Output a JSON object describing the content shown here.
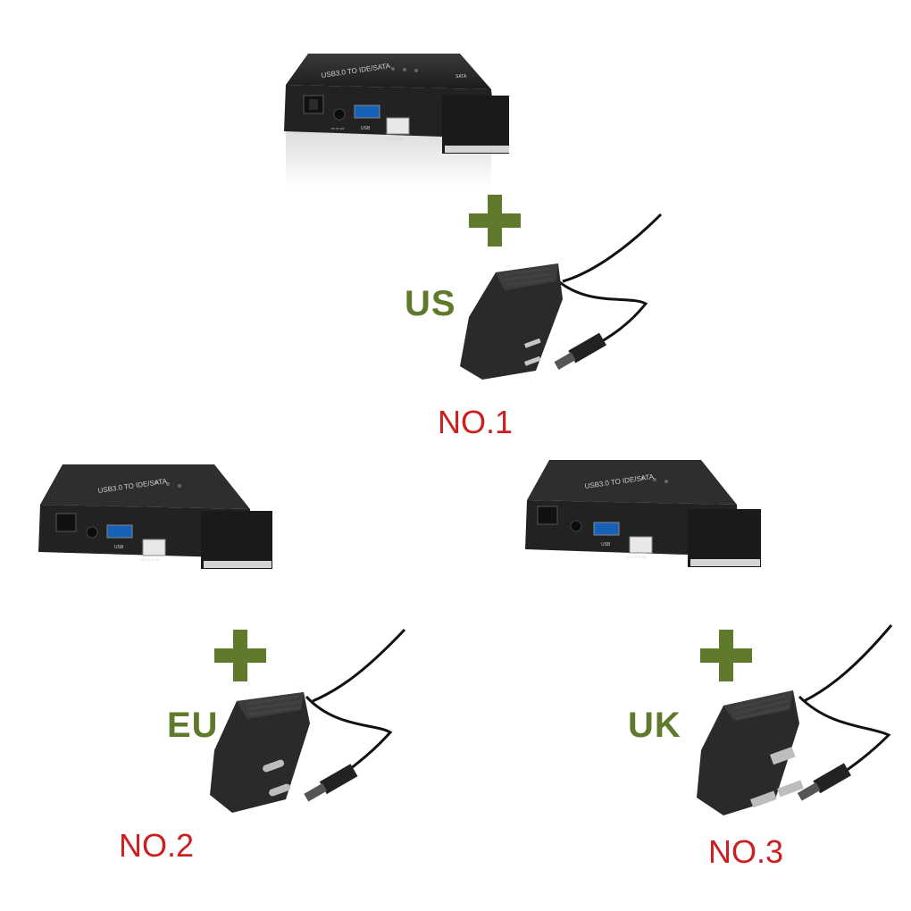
{
  "colors": {
    "plus": "#5f7a2a",
    "region_label": "#5f7a2a",
    "number_label": "#cc1f1f",
    "device_body": "#2a2a2a"
  },
  "device": {
    "top_label": "USB3.0 TO IDE/SATA",
    "usb_label": "USB",
    "power_label": "12V G G 5V",
    "dc_label": "DC-IN 12V",
    "sata_label": "SATA"
  },
  "options": [
    {
      "region": "US",
      "number": "NO.1",
      "plug_type": "us-plug"
    },
    {
      "region": "EU",
      "number": "NO.2",
      "plug_type": "eu-plug"
    },
    {
      "region": "UK",
      "number": "NO.3",
      "plug_type": "uk-plug"
    }
  ]
}
